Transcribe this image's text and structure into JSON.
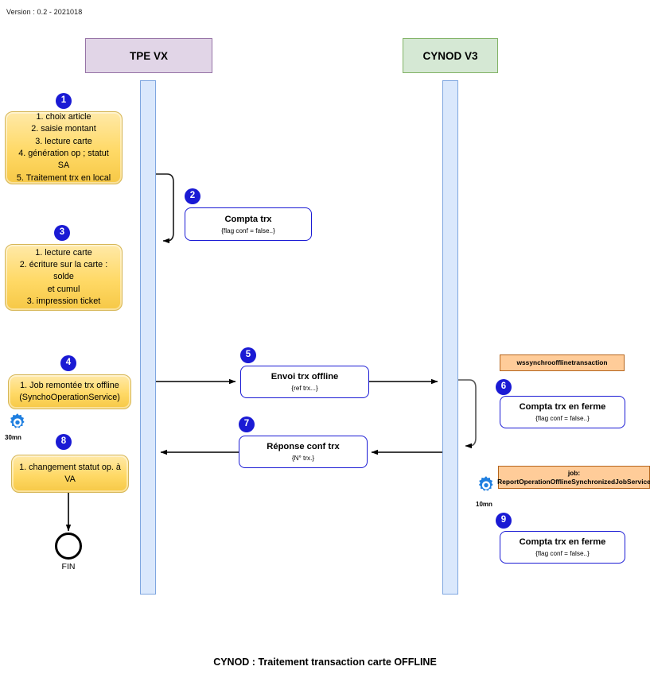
{
  "version": "Version : 0.2 - 2021018",
  "caption": "CYNOD : Traitement transaction carte OFFLINE",
  "actors": [
    {
      "id": "tpe",
      "label": "TPE VX"
    },
    {
      "id": "cynod",
      "label": "CYNOD V3"
    }
  ],
  "colors": {
    "badge": "#1a1ad4",
    "actor_tpe_fill": "#e1d5e7",
    "actor_tpe_stroke": "#9673a6",
    "actor_cynod_fill": "#d5e8d4",
    "actor_cynod_stroke": "#82b366",
    "lifeline_fill": "#dae8fc",
    "lifeline_stroke": "#7ea6e0",
    "note_fill": "#ffd966",
    "note_stroke": "#d6b656",
    "message_stroke": "#1a1ad4",
    "orange_fill": "#ffcc99",
    "orange_stroke": "#b5651d"
  },
  "badges": {
    "b1": "1",
    "b2": "2",
    "b3": "3",
    "b4": "4",
    "b5": "5",
    "b6": "6",
    "b7": "7",
    "b8": "8",
    "b9": "9"
  },
  "notes": {
    "n1": {
      "lines": [
        "1. choix article",
        "2. saisie montant",
        "3. lecture carte",
        "4. génération op ; statut SA",
        "5. Traitement trx en local"
      ]
    },
    "n3": {
      "lines": [
        "1. lecture carte",
        "2. écriture sur la carte : solde",
        "et cumul",
        "3. impression ticket"
      ]
    },
    "n4": {
      "lines": [
        "1. Job remontée trx offline",
        "(SynchoOperationService)"
      ]
    },
    "n8": {
      "lines": [
        "1. changement statut op. à",
        "VA"
      ]
    }
  },
  "messages": {
    "m2": {
      "title": "Compta trx",
      "sub": "{flag conf = false..}"
    },
    "m5": {
      "title": "Envoi trx offline",
      "sub": "{ref trx...}"
    },
    "m6": {
      "title": "Compta trx en ferme",
      "sub": "{flag conf = false..}"
    },
    "m7": {
      "title": "Réponse conf trx",
      "sub": "{N° trx.}"
    },
    "m9": {
      "title": "Compta trx en ferme",
      "sub": "{flag conf = false..}"
    }
  },
  "service_labels": {
    "ws": "wssynchroofflinetransaction",
    "job_line1": "job:",
    "job_line2": "ReportOperationOfflineSynchronizedJobService"
  },
  "timers": {
    "t30": {
      "icon": "gear-icon",
      "value": "30mn"
    },
    "t10": {
      "icon": "gear-icon",
      "value": "10mn"
    }
  },
  "end_event": {
    "label": "FIN"
  }
}
